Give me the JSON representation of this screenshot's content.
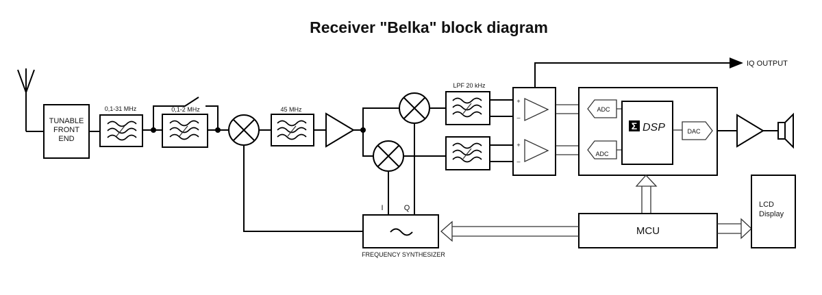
{
  "title": "Receiver \"Belka\" block diagram",
  "blocks": {
    "front_end": [
      "TUNABLE",
      "FRONT",
      "END"
    ],
    "bpf1_label": "0,1-31 MHz",
    "bpf2_label": "0,1-2 MHz",
    "if_filter_label": "45 MHz",
    "lpf_label": "LPF 20 kHz",
    "adc1": "ADC",
    "adc2": "ADC",
    "dsp": "DSP",
    "dsp_symbol": "Σ",
    "dac": "DAC",
    "mcu": "MCU",
    "lcd": [
      "LCD",
      "Display"
    ],
    "synth_label": "FREQUENCY SYNTHESIZER",
    "i_label": "I",
    "q_label": "Q",
    "iq_output": "IQ OUTPUT",
    "opamp_plus": "+",
    "opamp_minus": "–"
  }
}
